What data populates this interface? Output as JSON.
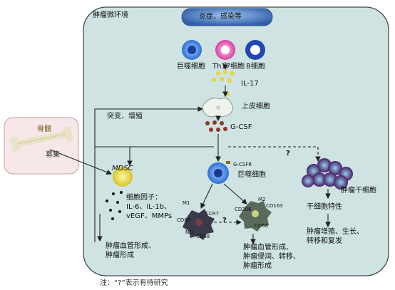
{
  "diagram": {
    "frame_title": "肿瘤微环境",
    "top_box": "炎症、感染等",
    "immune_cells": [
      "巨噬细胞",
      "Th17细胞",
      "B细胞"
    ],
    "il17": "IL-17",
    "epithelial": "上皮细胞",
    "mutation": "突变、增殖",
    "gcsf": "G-CSF",
    "gcsfr": "G-CSFR",
    "macrophage": "巨噬细胞",
    "question_marks": [
      "?",
      "?"
    ],
    "bone_marrow": "骨髓",
    "recruit": "募集",
    "mdsc": "MDSC",
    "cytokines": [
      "细胞因子：",
      "IL-6、IL-1b、",
      "vEGF、MMPs"
    ],
    "left_outcome": [
      "肿瘤血管形成、",
      "肿瘤形成"
    ],
    "m1": "M1",
    "m2": "M2",
    "markers": [
      "CCR7",
      "CD86",
      "NO",
      "CD68",
      "CD206",
      "CD163",
      "CD68"
    ],
    "middle_outcome": [
      "肿瘤血管形成、",
      "肿瘤侵润、转移、",
      "肿瘤形成"
    ],
    "stem_cell": "肿瘤干细胞",
    "stemness": "干细胞特性",
    "right_outcome": [
      "肿瘤增殖、生长、",
      "转移和复发"
    ],
    "note": "注：“?”表示有待研究"
  },
  "colors": {
    "frame_fill": "#cfe3e3",
    "frame_stroke": "#4a4a4a",
    "bone_box_fill": "#f6e8e8",
    "bone_box_stroke": "#c9a0a0",
    "top_box_fill": "#3b6db3",
    "macrophage_blue": "#2d6fd6",
    "th17_pink": "#e04fb0",
    "bcell_blue": "#1f3fa8",
    "il17_yellow": "#e2d63a",
    "gcsf_brown": "#8a3a2a",
    "mdsc_yellow": "#e8d84a",
    "stem_purple": "#5a2a7a"
  }
}
